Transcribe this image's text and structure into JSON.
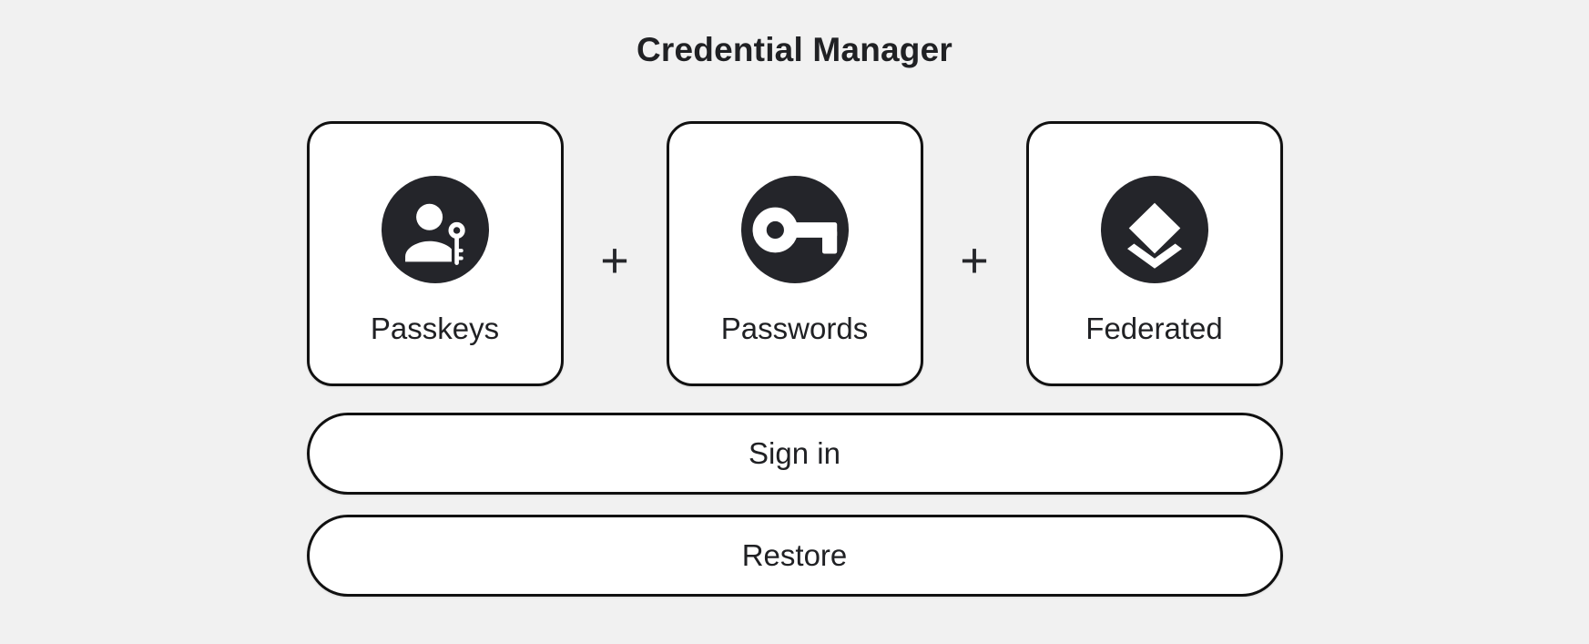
{
  "title": "Credential Manager",
  "cards": [
    {
      "label": "Passkeys",
      "icon": "passkey-person-key-icon"
    },
    {
      "label": "Passwords",
      "icon": "key-icon"
    },
    {
      "label": "Federated",
      "icon": "layers-icon"
    }
  ],
  "plus_separator": "+",
  "buttons": {
    "sign_in": "Sign in",
    "restore": "Restore"
  },
  "colors": {
    "background": "#f1f1f1",
    "card_background": "#ffffff",
    "border": "#111111",
    "icon_circle": "#24252a",
    "icon_glyph": "#ffffff",
    "text": "#202124"
  }
}
